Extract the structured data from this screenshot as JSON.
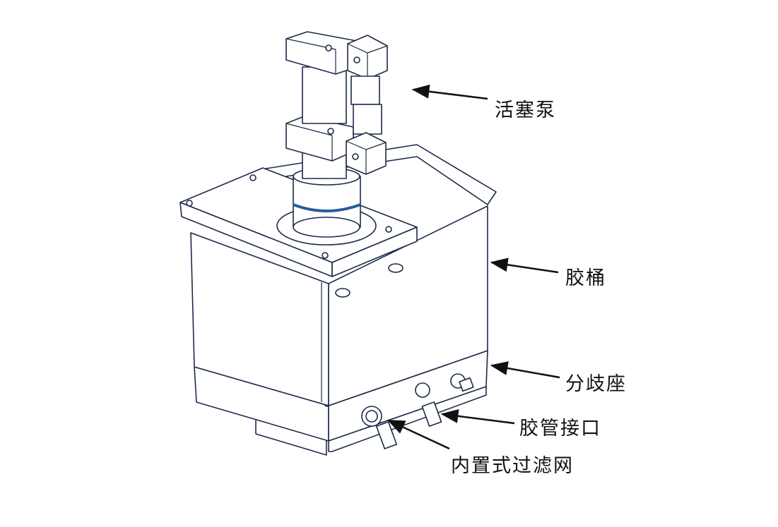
{
  "labels": {
    "piston_pump": "活塞泵",
    "glue_bucket": "胶桶",
    "manifold": "分歧座",
    "hose_connector": "胶管接口",
    "built_in_filter": "内置式过滤网"
  },
  "colors": {
    "line": "#1c2a48",
    "accent": "#2a5c9c"
  }
}
